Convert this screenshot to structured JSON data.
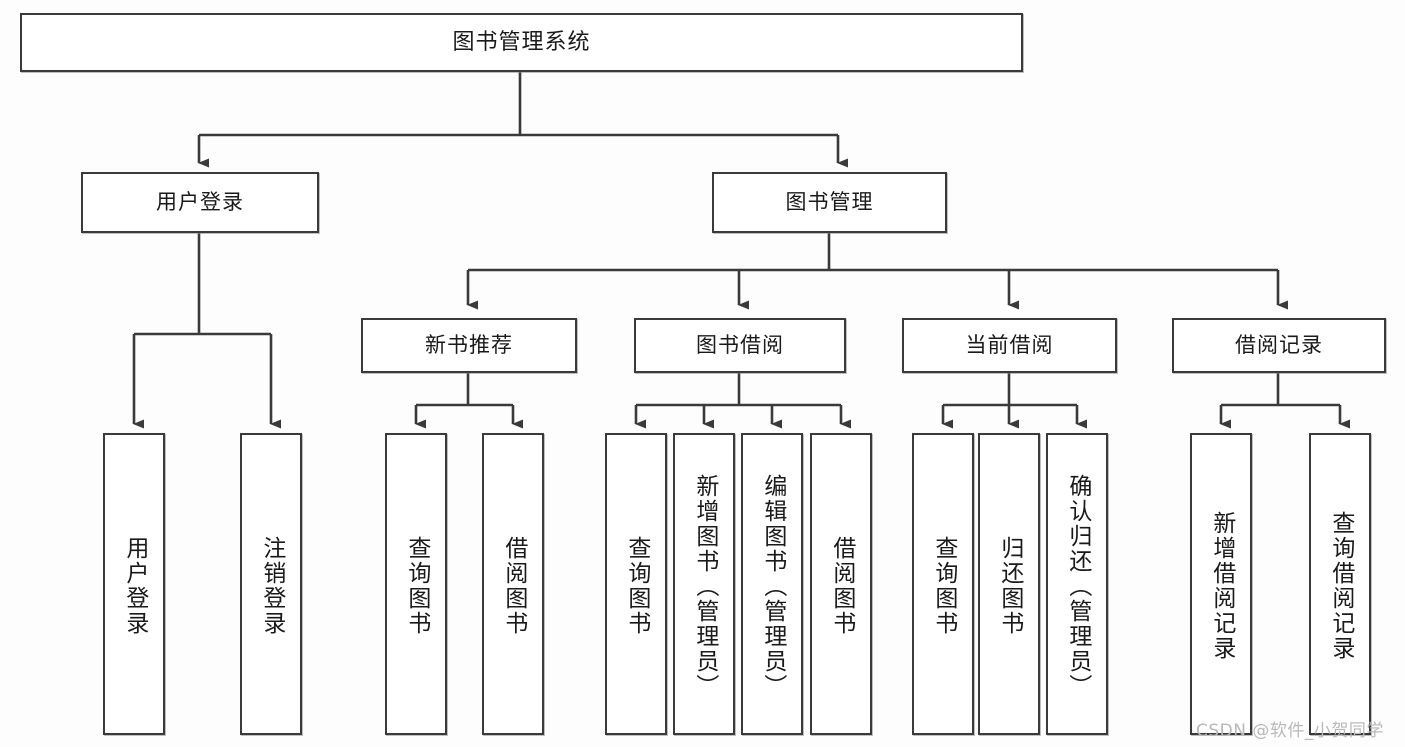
{
  "diagram": {
    "title": "图书管理系统",
    "type": "tree-hierarchy",
    "watermark": "CSDN @软件_小贺同学",
    "colors": {
      "background": "#fdfdfd",
      "node_fill": "#ffffff",
      "node_border": "#3a3a3a",
      "connector": "#3a3a3a",
      "text": "#1a1a1a",
      "watermark": "#b9b9b9"
    }
  },
  "nodes": {
    "root": {
      "label": "图书管理系统",
      "level": 1
    },
    "level2": [
      {
        "id": "user-login",
        "label": "用户登录"
      },
      {
        "id": "book-manage",
        "label": "图书管理"
      }
    ],
    "level3": [
      {
        "id": "new-book-recommend",
        "label": "新书推荐",
        "parent": "book-manage"
      },
      {
        "id": "book-borrow",
        "label": "图书借阅",
        "parent": "book-manage"
      },
      {
        "id": "current-borrow",
        "label": "当前借阅",
        "parent": "book-manage"
      },
      {
        "id": "borrow-record",
        "label": "借阅记录",
        "parent": "book-manage"
      }
    ],
    "leaves": [
      {
        "id": "leaf-user-login",
        "label": "用户登录",
        "parent": "user-login"
      },
      {
        "id": "leaf-logout-login",
        "label": "注销登录",
        "parent": "user-login"
      },
      {
        "id": "leaf-query-book-1",
        "label": "查询图书",
        "parent": "new-book-recommend"
      },
      {
        "id": "leaf-borrow-book-1",
        "label": "借阅图书",
        "parent": "new-book-recommend"
      },
      {
        "id": "leaf-query-book-2",
        "label": "查询图书",
        "parent": "book-borrow"
      },
      {
        "id": "leaf-add-book",
        "label": "新增图书（管理员）",
        "parent": "book-borrow"
      },
      {
        "id": "leaf-edit-book",
        "label": "编辑图书（管理员）",
        "parent": "book-borrow"
      },
      {
        "id": "leaf-borrow-book-2",
        "label": "借阅图书",
        "parent": "book-borrow"
      },
      {
        "id": "leaf-query-book-3",
        "label": "查询图书",
        "parent": "current-borrow"
      },
      {
        "id": "leaf-return-book",
        "label": "归还图书",
        "parent": "current-borrow"
      },
      {
        "id": "leaf-confirm-return",
        "label": "确认归还（管理员）",
        "parent": "current-borrow"
      },
      {
        "id": "leaf-add-record",
        "label": "新增借阅记录",
        "parent": "borrow-record"
      },
      {
        "id": "leaf-query-record",
        "label": "查询借阅记录",
        "parent": "borrow-record"
      }
    ]
  }
}
